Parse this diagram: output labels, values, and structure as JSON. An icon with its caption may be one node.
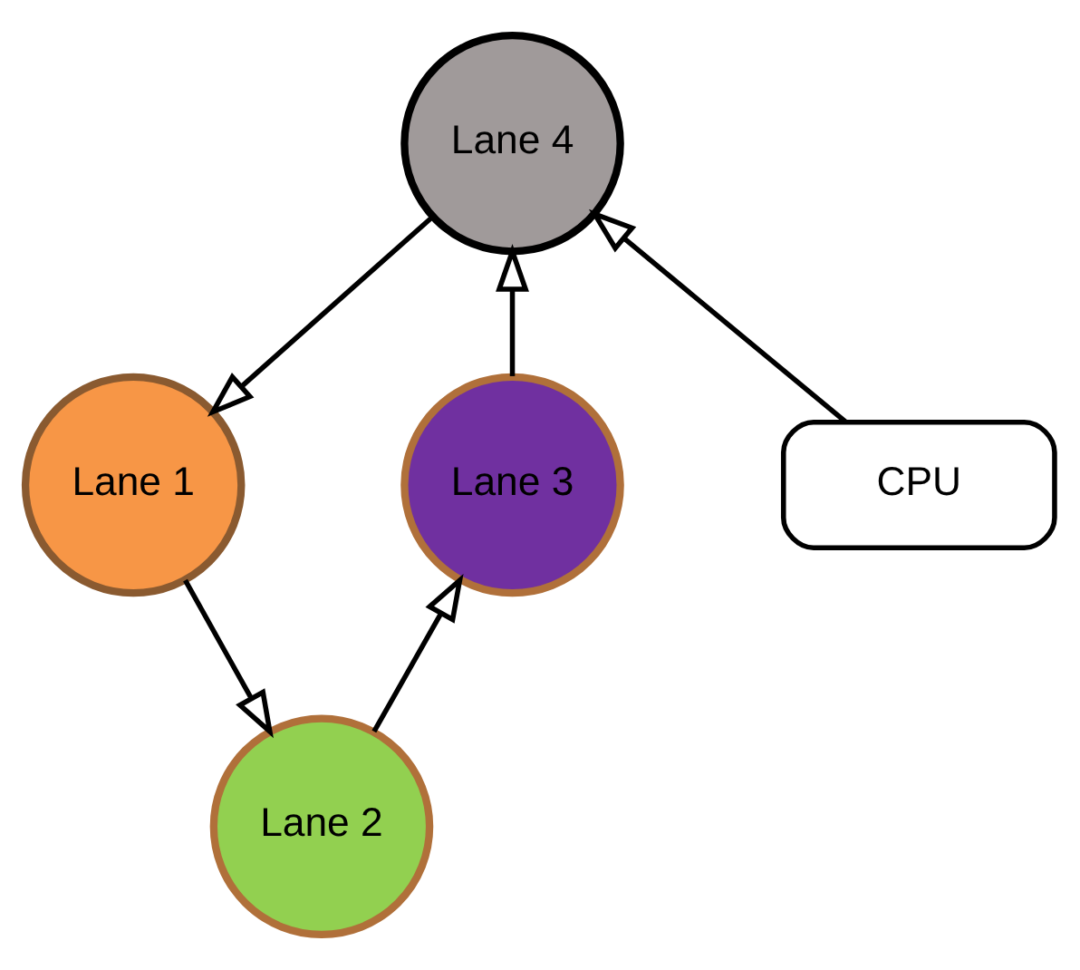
{
  "diagram": {
    "nodes": [
      {
        "text": [
          "Lane 4"
        ]
      },
      {
        "text": [
          "Lane 3"
        ]
      },
      {
        "text": [
          "CPU"
        ]
      },
      {
        "text": [
          "Lane 1"
        ]
      },
      {
        "text": [
          "Lane 2"
        ]
      }
    ],
    "edges": [
      {
        "from": 0,
        "to": 3,
        "arrow": "to"
      },
      {
        "from": 3,
        "to": 4,
        "arrow": "to"
      },
      {
        "from": 4,
        "to": 1,
        "arrow": "to"
      },
      {
        "from": 1,
        "to": 0,
        "arrow": "to"
      },
      {
        "from": 2,
        "to": 0,
        "arrow": "to"
      }
    ]
  }
}
